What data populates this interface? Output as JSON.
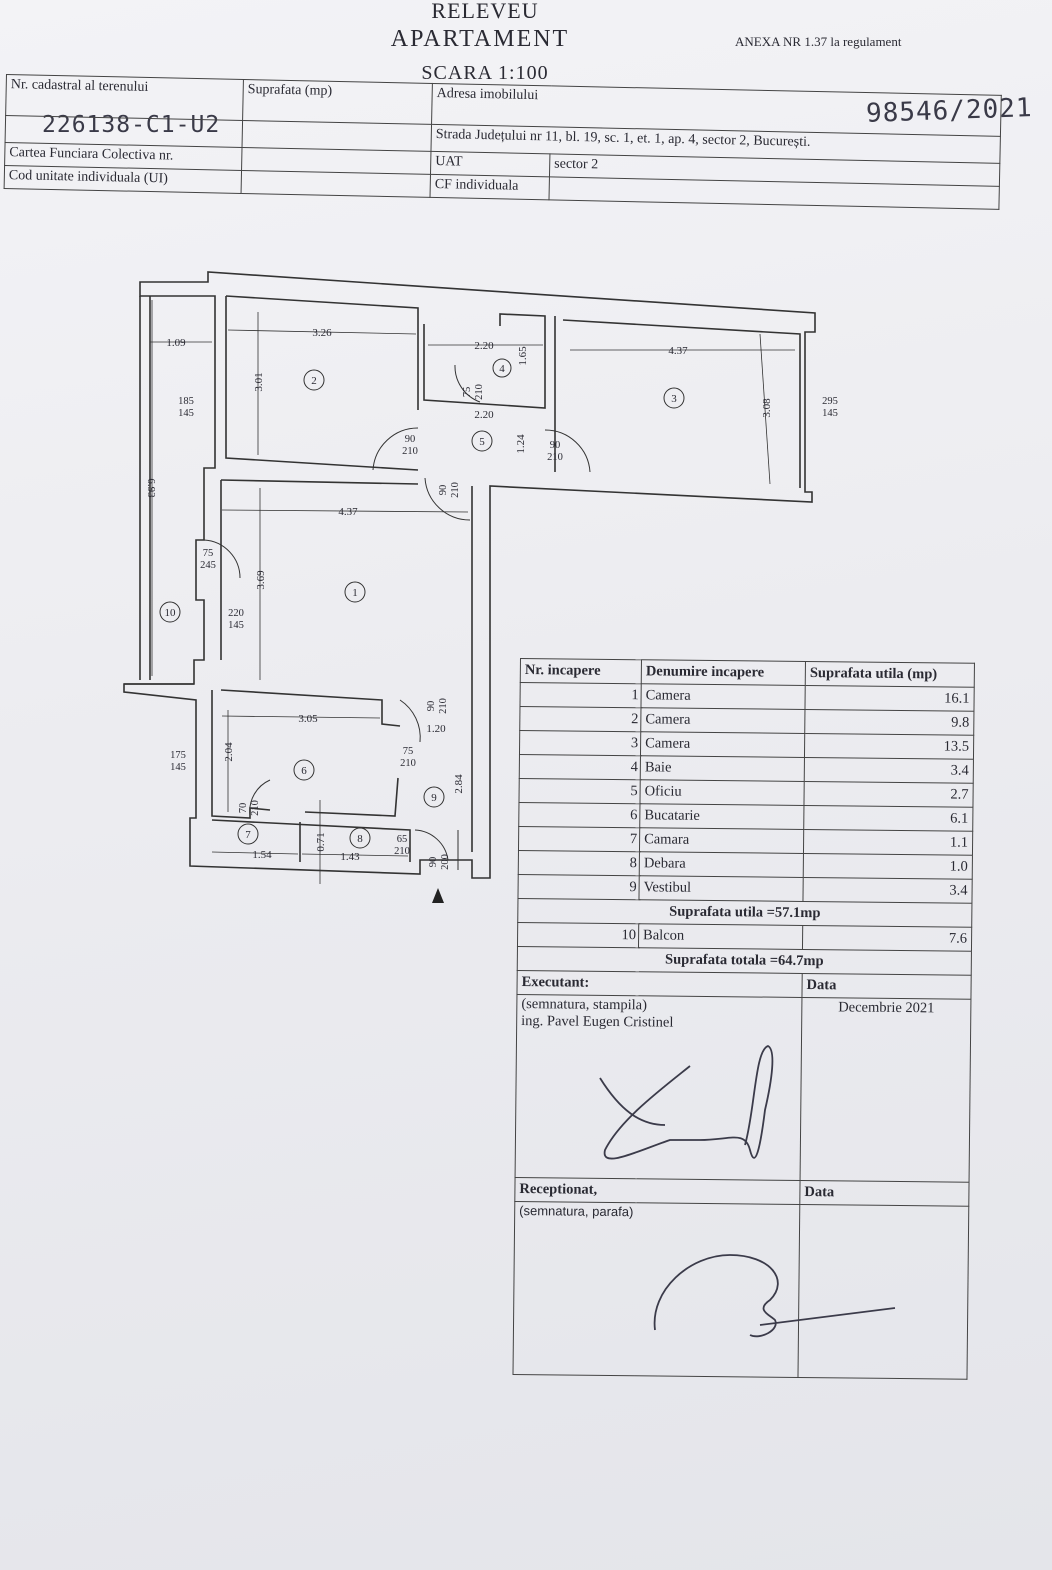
{
  "header": {
    "title1": "RELEVEU",
    "title2": "APARTAMENT",
    "scale": "SCARA 1:100",
    "anexa": "ANEXA NR 1.37 la regulament",
    "handwritten_number": "98546/2021",
    "handwritten_cadastral": "226138-C1-U2"
  },
  "top_table": {
    "nr_cadastral_label": "Nr. cadastral al terenului",
    "suprafata_label": "Suprafata (mp)",
    "adresa_label": "Adresa imobilului",
    "adresa_value": "Strada Județului nr 11, bl. 19, sc. 1, et. 1, ap. 4, sector 2, București.",
    "carte_funciara_label": "Cartea Funciara Colectiva nr.",
    "uat_label": "UAT",
    "uat_value": "sector 2",
    "cod_ui_label": "Cod unitate individuala (UI)",
    "cf_individuala_label": "CF individuala"
  },
  "plan": {
    "room_numbers": [
      "1",
      "2",
      "3",
      "4",
      "5",
      "6",
      "7",
      "8",
      "9",
      "10"
    ],
    "dimensions": {
      "d_109": "1.09",
      "d_326": "3.26",
      "d_220a": "2.20",
      "d_437top": "4.37",
      "d_301": "3.01",
      "d_165": "1.65",
      "d_220b": "2.20",
      "d_124": "1.24",
      "d_308": "3.08",
      "d_693": "6.93",
      "d_437mid": "4.37",
      "d_369": "3.69",
      "d_305": "3.05",
      "d_120": "1.20",
      "d_204": "2.04",
      "d_284": "2.84",
      "d_071": "0.71",
      "d_154": "1.54",
      "d_143": "1.43"
    },
    "openings": {
      "w_185": [
        "185",
        "145"
      ],
      "w_295": [
        "295",
        "145"
      ],
      "w_220": [
        "220",
        "145"
      ],
      "w_175": [
        "175",
        "145"
      ],
      "dr_90a": [
        "90",
        "210"
      ],
      "dr_90b": [
        "90",
        "210"
      ],
      "dr_75a": [
        "75",
        "210"
      ],
      "dr_90c": [
        "90",
        "210"
      ],
      "dr_75b": [
        "75",
        "245"
      ],
      "dr_90d": [
        "90",
        "210"
      ],
      "dr_75c": [
        "75",
        "210"
      ],
      "dr_70": [
        "70",
        "210"
      ],
      "dr_65": [
        "65",
        "210"
      ],
      "dr_90e": [
        "90",
        "200"
      ]
    }
  },
  "rooms_table": {
    "headers": [
      "Nr. incapere",
      "Denumire incapere",
      "Suprafata utila (mp)"
    ],
    "rows": [
      {
        "nr": "1",
        "name": "Camera",
        "area": "16.1"
      },
      {
        "nr": "2",
        "name": "Camera",
        "area": "9.8"
      },
      {
        "nr": "3",
        "name": "Camera",
        "area": "13.5"
      },
      {
        "nr": "4",
        "name": "Baie",
        "area": "3.4"
      },
      {
        "nr": "5",
        "name": "Oficiu",
        "area": "2.7"
      },
      {
        "nr": "6",
        "name": "Bucatarie",
        "area": "6.1"
      },
      {
        "nr": "7",
        "name": "Camara",
        "area": "1.1"
      },
      {
        "nr": "8",
        "name": "Debara",
        "area": "1.0"
      },
      {
        "nr": "9",
        "name": "Vestibul",
        "area": "3.4"
      }
    ],
    "suprafata_utila": "Suprafata utila =57.1mp",
    "balcon": {
      "nr": "10",
      "name": "Balcon",
      "area": "7.6"
    },
    "suprafata_totala": "Suprafata totala =64.7mp",
    "executant_label": "Executant:",
    "data_label": "Data",
    "executant_sub": "(semnatura, stampila)",
    "executant_name": "ing. Pavel Eugen Cristinel",
    "data_value": "Decembrie 2021",
    "receptionat_label": "Receptionat,",
    "data_label2": "Data",
    "receptionat_sub": "(semnatura, parafa)"
  }
}
